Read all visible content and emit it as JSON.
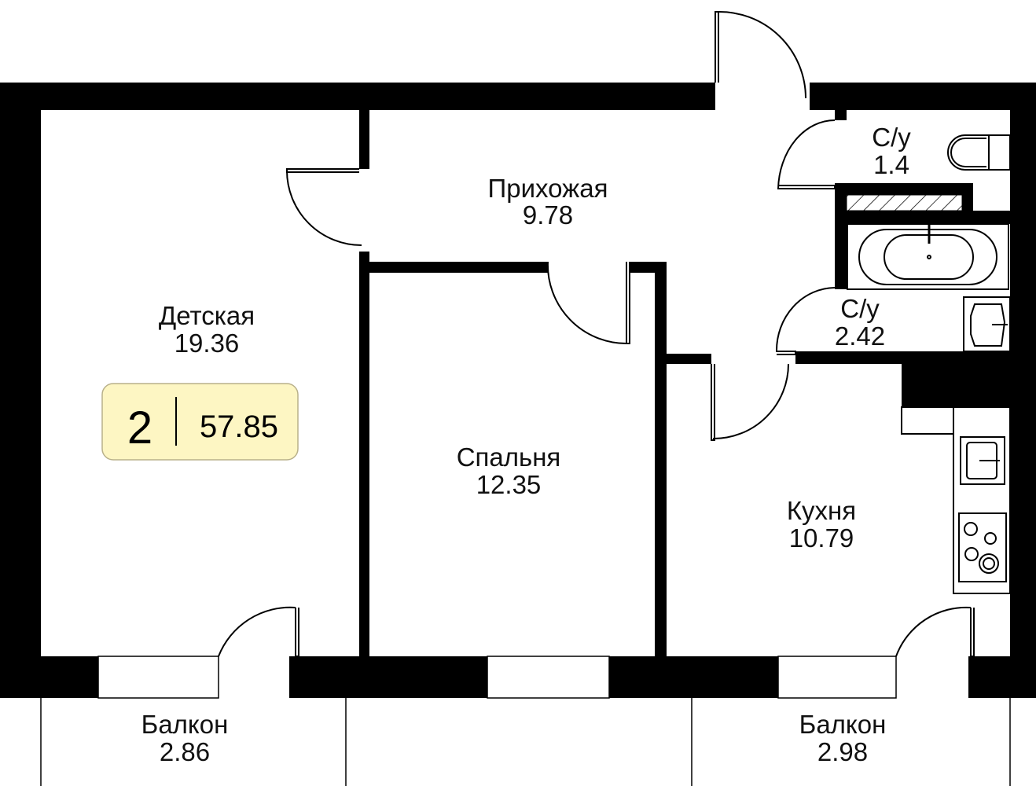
{
  "rooms": {
    "hallway": {
      "name": "Прихожая",
      "area": "9.78"
    },
    "kids_room": {
      "name": "Детская",
      "area": "19.36"
    },
    "bedroom": {
      "name": "Спальня",
      "area": "12.35"
    },
    "kitchen": {
      "name": "Кухня",
      "area": "10.79"
    },
    "wc1": {
      "name": "С/у",
      "area": "1.4"
    },
    "wc2": {
      "name": "С/у",
      "area": "2.42"
    },
    "balcony_left": {
      "name": "Балкон",
      "area": "2.86"
    },
    "balcony_right": {
      "name": "Балкон",
      "area": "2.98"
    }
  },
  "badge": {
    "rooms_count": "2",
    "total_area": "57.85",
    "color": "#fdf6c3"
  }
}
